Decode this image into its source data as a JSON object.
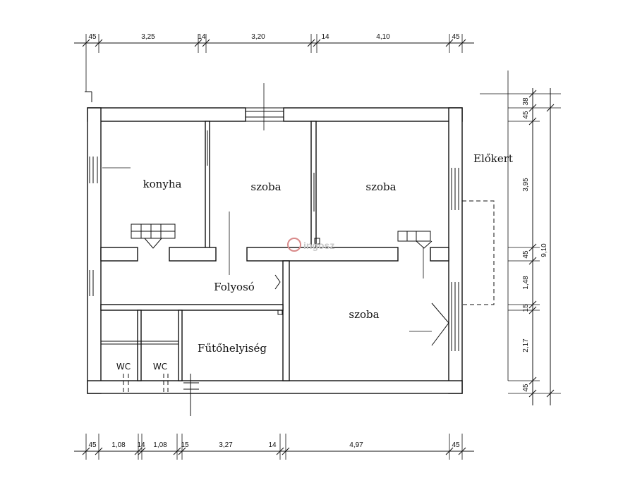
{
  "rooms": {
    "konyha": "konyha",
    "szoba_1": "szoba",
    "szoba_2": "szoba",
    "szoba_3": "szoba",
    "folyoso": "Folyosó",
    "futohelyiseg": "Fűtőhelyiség",
    "wc_1": "WC",
    "wc_2": "WC",
    "elokert": "Előkert"
  },
  "dimensions": {
    "top": [
      "45",
      "3,25",
      "14",
      "3,20",
      "14",
      "4,10",
      "45"
    ],
    "bottom": [
      "45",
      "1,08",
      "14",
      "1,08",
      "15",
      "3,27",
      "14",
      "4,97",
      "45"
    ],
    "right_inner": [
      "38",
      "45",
      "3,95",
      "45",
      "1,48",
      "15",
      "2,17",
      "45"
    ],
    "right_total": "9,10"
  },
  "watermark": "ingosz"
}
